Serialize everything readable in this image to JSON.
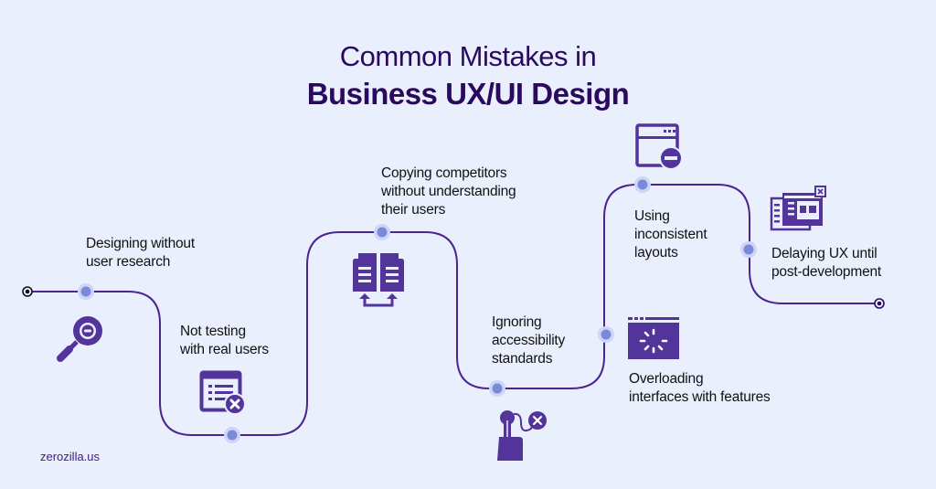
{
  "title": {
    "line1": "Common Mistakes in",
    "line2": "Business UX/UI Design"
  },
  "colors": {
    "background": "#eaeffd",
    "title": "#2a0a5e",
    "path_line": "#4b2490",
    "icon": "#52349a",
    "dot_fill": "#7b8ad8",
    "dot_halo": "#cdd5f8",
    "text": "#111111",
    "brand": "#3d1a86"
  },
  "steps": [
    {
      "label": "Designing without\nuser research",
      "icon": "search-minus-icon"
    },
    {
      "label": "Not testing\nwith real users",
      "icon": "list-window-x-icon"
    },
    {
      "label": "Copying competitors\nwithout understanding\ntheir users",
      "icon": "copy-documents-icon"
    },
    {
      "label": "Ignoring\naccessibility\nstandards",
      "icon": "touch-x-icon"
    },
    {
      "label": "Overloading\ninterfaces with features",
      "icon": "loading-window-icon"
    },
    {
      "label": "Using\ninconsistent\nlayouts",
      "icon": "window-minus-icon"
    },
    {
      "label": "Delaying UX until\npost-development",
      "icon": "stacked-windows-icon"
    }
  ],
  "brand": "zerozilla.us"
}
